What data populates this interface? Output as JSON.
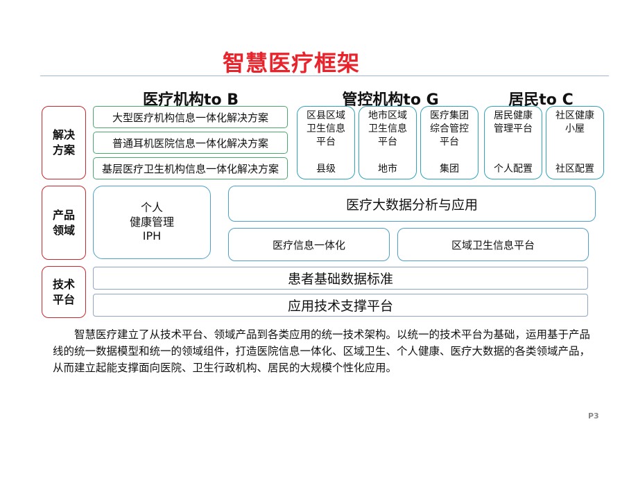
{
  "title": "智慧医疗框架",
  "columns": {
    "to_b": "医疗机构to B",
    "to_g": "管控机构to G",
    "to_c": "居民to C"
  },
  "rows": {
    "solutions": "解决方案",
    "products": "产品领域",
    "tech": "技术平台"
  },
  "solutions_b": [
    "大型医疗机构信息一体化解决方案",
    "普通耳机医院信息一体化解决方案",
    "基层医疗卫生机构信息一体化解决方案"
  ],
  "solutions_g": [
    {
      "lines": [
        "区县区域",
        "卫生信息",
        "平台"
      ],
      "level": "县级"
    },
    {
      "lines": [
        "地市区域",
        "卫生信息",
        "平台"
      ],
      "level": "地市"
    },
    {
      "lines": [
        "医疗集团",
        "综合管控",
        "平台"
      ],
      "level": "集团"
    }
  ],
  "solutions_c": [
    {
      "lines": [
        "居民健康",
        "管理平台"
      ],
      "level": "个人配置"
    },
    {
      "lines": [
        "社区健康",
        "小屋"
      ],
      "level": "社区配置"
    }
  ],
  "products": {
    "iph": [
      "个人",
      "健康管理",
      "IPH"
    ],
    "big_data": "医疗大数据分析与应用",
    "hospital_info": "医疗信息一体化",
    "regional_info": "区域卫生信息平台"
  },
  "tech": {
    "patient_data": "患者基础数据标准",
    "app_support": "应用技术支撑平台"
  },
  "paragraph": "智慧医疗建立了从技术平台、领域产品到各类应用的统一技术架构。以统一的技术平台为基础，运用基于产品线的统一数据模型和统一的领域组件，打造医院信息一体化、区域卫生、个人健康、医疗大数据的各类领域产品，从而建立起能支撑面向医院、卫生行政机构、居民的大规模个性化应用。",
  "page_number": "P3",
  "colors": {
    "title": "#e8232b",
    "row_border": "#c8262e",
    "solution_b_border": "#49a86a",
    "solution_gc_border": "#2fa3b8",
    "product_border": "#4da0c9",
    "tech_border": "#8ea6c4"
  }
}
